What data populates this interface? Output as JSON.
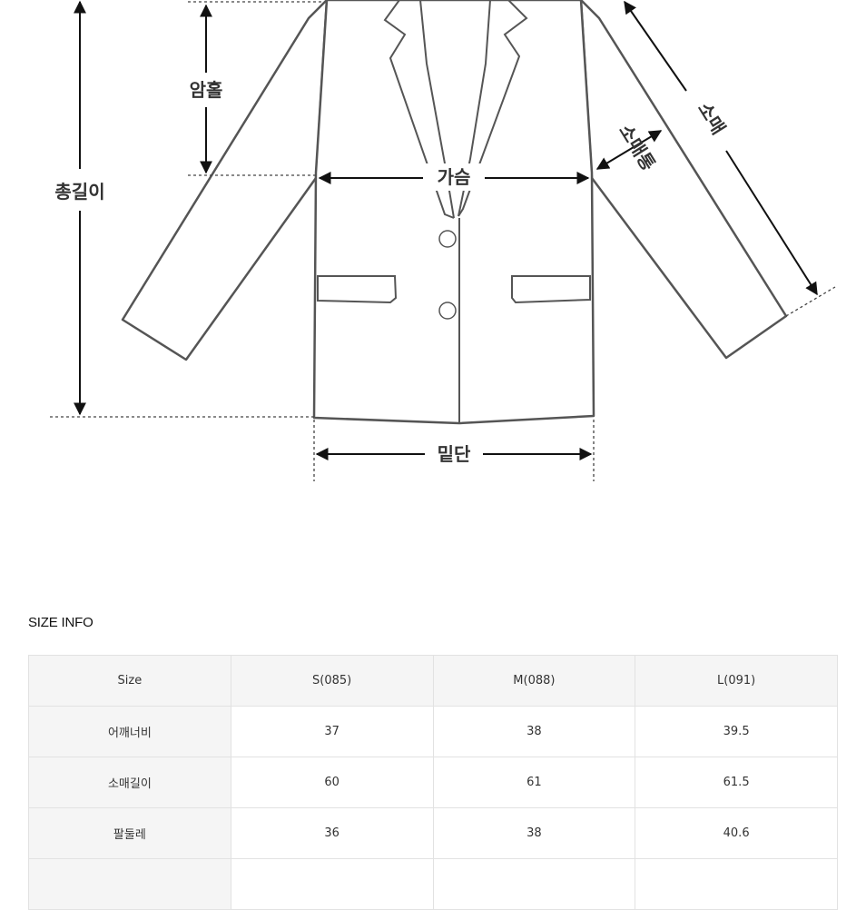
{
  "diagram": {
    "labels": {
      "armhole": "암홀",
      "total_length": "총길이",
      "chest": "가슴",
      "sleeve_width": "소매통",
      "sleeve": "소매",
      "hem": "밑단"
    }
  },
  "size_info": {
    "heading": "SIZE INFO",
    "columns": [
      "Size",
      "S(085)",
      "M(088)",
      "L(091)"
    ],
    "rows": [
      {
        "label": "어깨너비",
        "values": [
          "37",
          "38",
          "39.5"
        ]
      },
      {
        "label": "소매길이",
        "values": [
          "60",
          "61",
          "61.5"
        ]
      },
      {
        "label": "팔둘레",
        "values": [
          "36",
          "38",
          "40.6"
        ]
      },
      {
        "label": "",
        "values": [
          "",
          "",
          ""
        ]
      }
    ]
  }
}
